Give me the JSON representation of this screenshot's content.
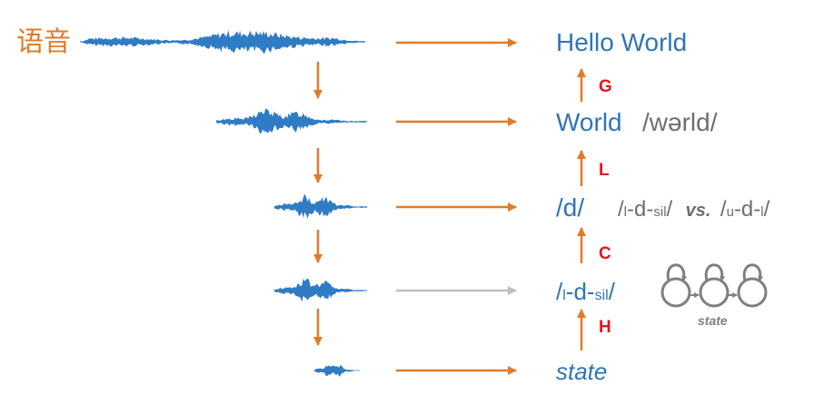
{
  "speech_label": "语音",
  "outputs": {
    "hello_world": "Hello World",
    "world": "World",
    "world_ipa": "/wərld/",
    "phone": "/d/",
    "triphone_left_open": "/",
    "triphone_left_l": "l",
    "triphone_left_d": "-d-",
    "triphone_left_sil": "sil",
    "triphone_left_close": "/",
    "vs": "vs.",
    "triphone_right_open": "/",
    "triphone_right_u": "u",
    "triphone_right_d": "-d-",
    "triphone_right_l": "l",
    "triphone_right_close": "/",
    "state_triphone_open": "/",
    "state_triphone_l": "l",
    "state_triphone_d": "-d-",
    "state_triphone_sil": "sil",
    "state_triphone_close": "/",
    "state": "state"
  },
  "model_letters": {
    "g": "G",
    "l": "L",
    "c": "C",
    "h": "H"
  },
  "hmm_caption": "state",
  "colors": {
    "orange": "#E07B2A",
    "blue": "#2E75B6",
    "waveform": "#2F7CC5",
    "gray_arrow": "#BFBFBF",
    "red": "#E8141B",
    "gray_text": "#6E6E6E"
  }
}
